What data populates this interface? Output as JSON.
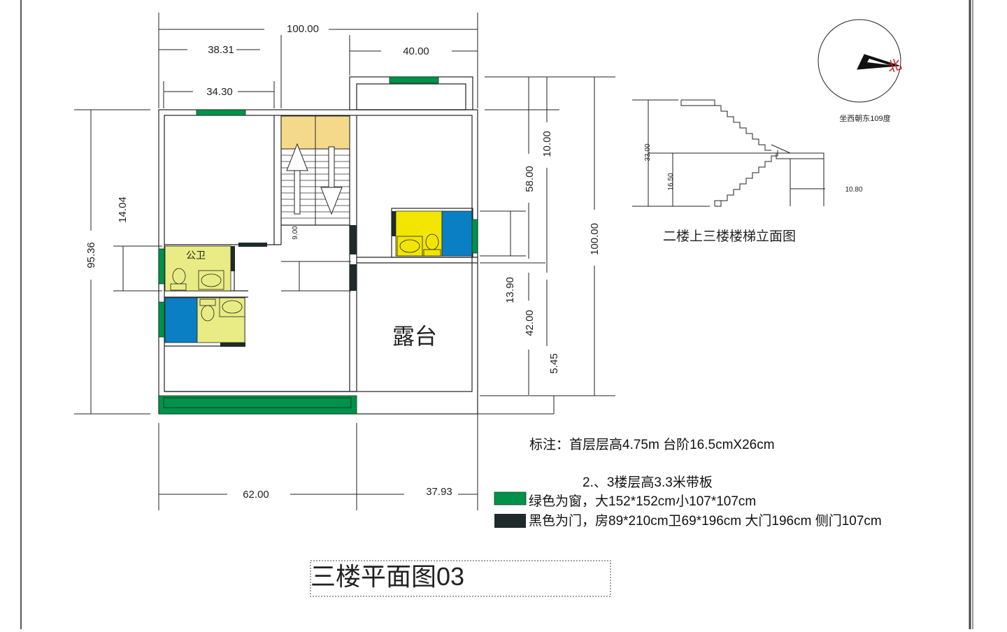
{
  "plan": {
    "title": "三楼平面图03",
    "rooms": {
      "public_toilet": "公卫",
      "terrace": "露台"
    },
    "stair_note": "9.00"
  },
  "dimensions": {
    "top_total": "100.00",
    "top_left_a": "38.31",
    "top_left_b": "34.30",
    "top_right": "40.00",
    "left_total": "95.36",
    "left_sub": "14.04",
    "right_a": "10.00",
    "right_b": "58.00",
    "right_c": "13.90",
    "right_d": "42.00",
    "right_e": "5.45",
    "right_total": "100.00",
    "bottom_left": "62.00",
    "bottom_right": "37.93"
  },
  "compass": {
    "north": "北",
    "label": "坐西朝东109度",
    "angle_deg": 109
  },
  "stair_elevation": {
    "title": "二楼上三楼楼梯立面图",
    "dim_left_tall": "33.00",
    "dim_left_short": "16.50",
    "dim_right": "10.80"
  },
  "notes": {
    "line1": "标注：首层层高4.75m  台阶16.5cmX26cm",
    "line2": "2.、3楼层高3.3米带板",
    "legend_window": "绿色为窗，大152*152cm小107*107cm",
    "legend_door": "黑色为门，房89*210cm卫69*196cm 大门196cm 侧门107cm"
  },
  "colors": {
    "window": "#00924a",
    "door": "#1f2a2a",
    "stair_landing": "#f5d98a",
    "bathroom": "#e9ec84",
    "bath_yellow": "#f2e600",
    "shower": "#0a7fc4",
    "wall": "#222222"
  }
}
